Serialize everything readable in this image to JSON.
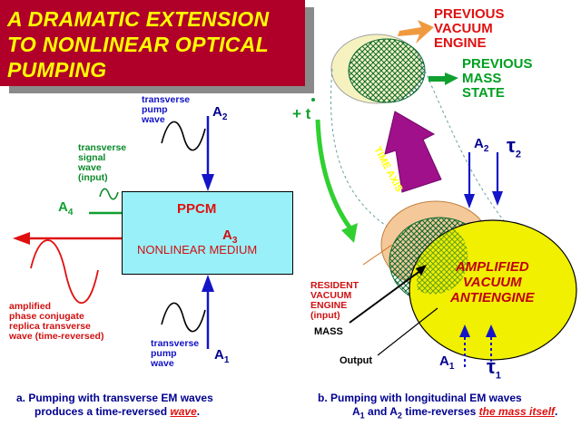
{
  "title": {
    "line1": "A DRAMATIC EXTENSION",
    "line2": "TO NONLINEAR OPTICAL",
    "line3": "PUMPING"
  },
  "left": {
    "pump_top_label": [
      "transverse",
      "pump",
      "wave"
    ],
    "pump_bottom_label": [
      "transverse",
      "pump",
      "wave"
    ],
    "signal_label": [
      "transverse",
      "signal",
      "wave",
      "(input)"
    ],
    "amplified_label": [
      "amplified",
      "phase conjugate",
      "replica transverse",
      "wave (time-reversed)"
    ],
    "a2": "A",
    "a2_sub": "2",
    "a4": "A",
    "a4_sub": "4",
    "a3": "A",
    "a3_sub": "3",
    "a1": "A",
    "a1_sub": "1",
    "medium_name": "PPCM",
    "medium_desc": "NONLINEAR MEDIUM"
  },
  "right": {
    "previous_engine": [
      "PREVIOUS",
      "VACUUM",
      "ENGINE"
    ],
    "previous_mass": [
      "PREVIOUS",
      "MASS",
      "STATE"
    ],
    "time_axis": "TIME AXIS",
    "plus_t": "+ t",
    "a2": "A",
    "a2_sub": "2",
    "tau2": "τ",
    "tau2_sub": "2",
    "a1": "A",
    "a1_sub": "1",
    "tau1": "τ",
    "tau1_sub": "1",
    "resident": [
      "RESIDENT",
      "VACUUM",
      "ENGINE",
      "(input)"
    ],
    "amplified": [
      "AMPLIFIED",
      "VACUUM",
      "ANTIENGINE"
    ],
    "mass": "MASS",
    "output": "Output"
  },
  "captions": {
    "a_line1": "a.  Pumping with transverse EM waves",
    "a_line2_pre": "produces a time-reversed ",
    "a_line2_em": "wave",
    "a_line2_post": ".",
    "b_line1": "b.  Pumping with longitudinal EM waves",
    "b_line2_a1": "A",
    "b_line2_a1_sub": "1",
    "b_line2_mid": " and  A",
    "b_line2_a2_sub": "2",
    "b_line2_rest": " time-reverses ",
    "b_line2_em": "the mass itself",
    "b_line2_post": "."
  },
  "colors": {
    "banner": "#b0002a",
    "banner_text": "#ffff00",
    "medium_fill": "#99f0f8",
    "pump_arrow": "#1414c8",
    "signal_arrow": "#10a030",
    "output_arrow": "#e01010",
    "time_axis_arrow": "#a0108a",
    "antiengine_fill": "#f0f000",
    "engine_ring": "#f0b070"
  }
}
